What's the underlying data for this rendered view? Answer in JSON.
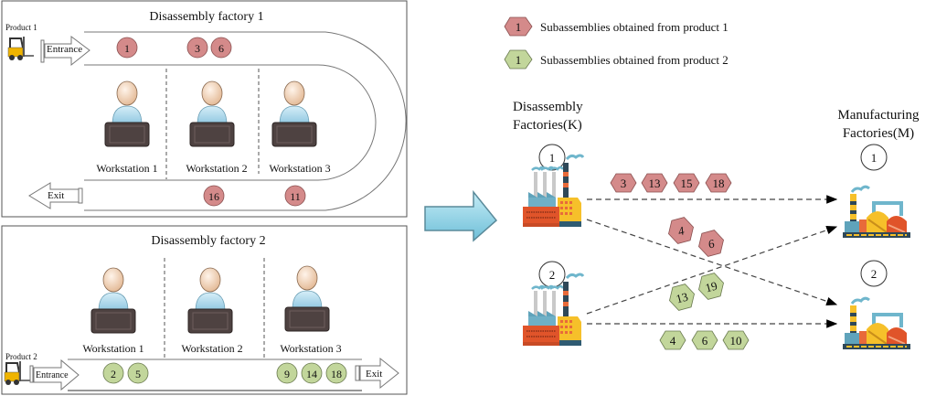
{
  "colors": {
    "product1": "#d48a8a",
    "product2": "#c2d69b",
    "arrow": "#9ad6e6"
  },
  "factory1": {
    "title": "Disassembly factory 1",
    "product_label": "Product 1",
    "entrance_label": "Entrance",
    "exit_label": "Exit",
    "workstations": [
      "Workstation 1",
      "Workstation 2",
      "Workstation 3"
    ],
    "top_items": [
      "1",
      "3",
      "6"
    ],
    "bottom_items": [
      "16",
      "11"
    ]
  },
  "factory2": {
    "title": "Disassembly factory 2",
    "product_label": "Product 2",
    "entrance_label": "Entrance",
    "exit_label": "Exit",
    "workstations": [
      "Workstation 1",
      "Workstation 2",
      "Workstation 3"
    ],
    "left_items": [
      "2",
      "5"
    ],
    "right_items": [
      "9",
      "14",
      "18"
    ]
  },
  "legend": {
    "items": [
      {
        "num": "1",
        "label": "Subassemblies obtained from product 1"
      },
      {
        "num": "1",
        "label": "Subassemblies obtained from product 2"
      }
    ]
  },
  "network": {
    "disassembly_title_1": "Disassembly",
    "disassembly_title_2": "Factories(K)",
    "manufacturing_title_1": "Manufacturing",
    "manufacturing_title_2": "Factories(M)",
    "k_nodes": [
      "1",
      "2"
    ],
    "m_nodes": [
      "1",
      "2"
    ],
    "flow_k1_m1": [
      "3",
      "13",
      "15",
      "18"
    ],
    "flow_k1_m2": [
      "4",
      "6"
    ],
    "flow_k2_m1": [
      "13",
      "19"
    ],
    "flow_k2_m2": [
      "4",
      "6",
      "10"
    ]
  }
}
